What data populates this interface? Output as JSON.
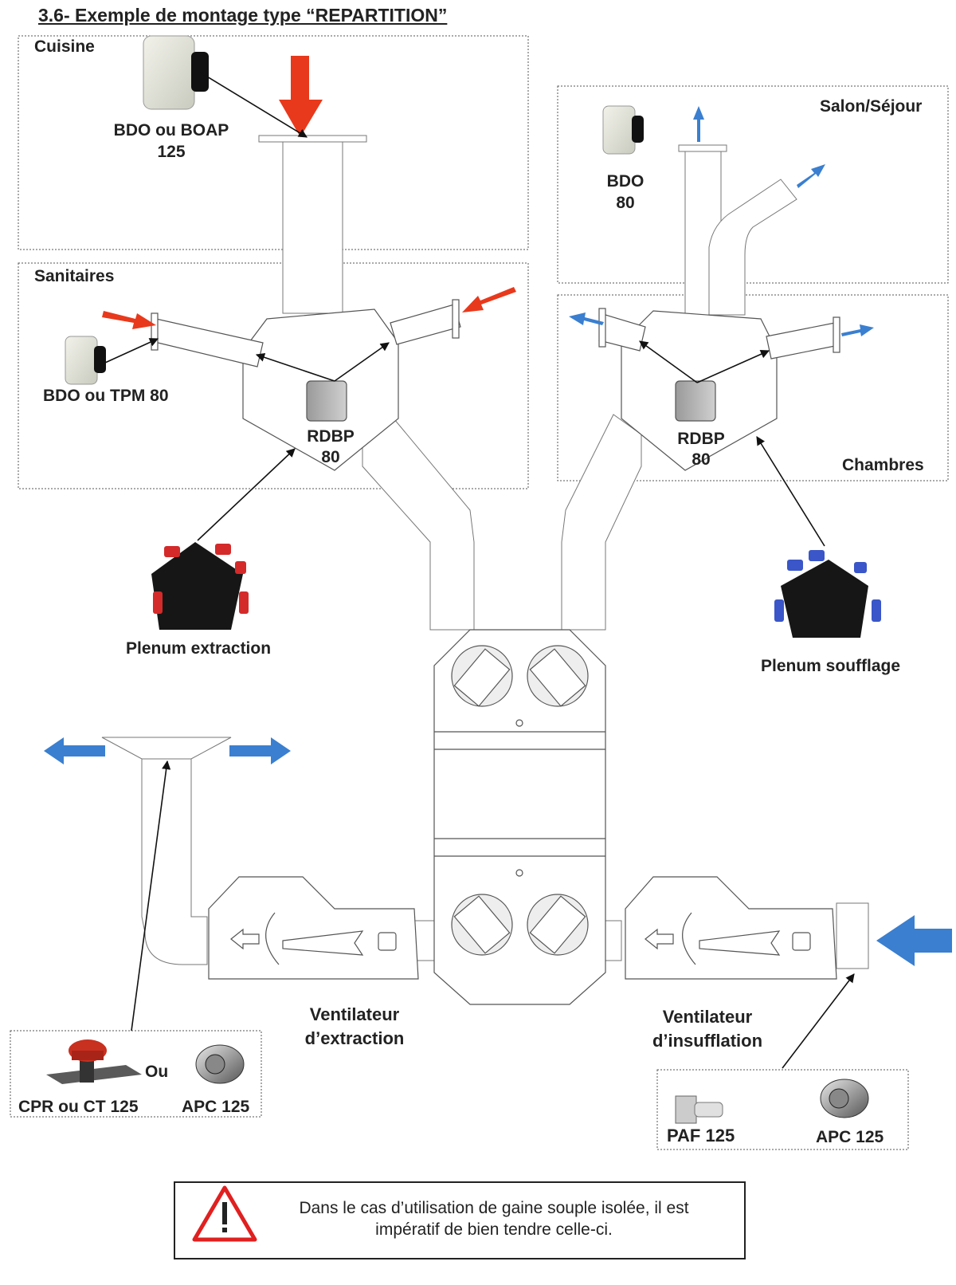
{
  "title": "3.6- Exemple de montage type “REPARTITION”",
  "zones": {
    "cuisine": "Cuisine",
    "sanitaires": "Sanitaires",
    "salon": "Salon/Séjour",
    "chambres": "Chambres"
  },
  "components": {
    "bdo_boap_1": "BDO ou BOAP",
    "bdo_boap_2": "125",
    "bdo_tpm": "BDO ou TPM  80",
    "bdo80_1": "BDO",
    "bdo80_2": "80",
    "rdbp_left_1": "RDBP",
    "rdbp_left_2": "80",
    "rdbp_right_1": "RDBP",
    "rdbp_right_2": "80",
    "plenum_extraction": "Plenum extraction",
    "plenum_soufflage": "Plenum soufflage",
    "vent_extraction_1": "Ventilateur",
    "vent_extraction_2": "d’extraction",
    "vent_insufflation_1": "Ventilateur",
    "vent_insufflation_2": "d’insufflation",
    "ou": "Ou",
    "cpr_ct": "CPR ou CT 125",
    "apc_left": "APC 125",
    "paf": "PAF 125",
    "apc_right": "APC 125"
  },
  "note": "Dans le cas d’utilisation de gaine souple isolée, il est impératif de bien tendre celle-ci.",
  "colors": {
    "extract_arrow": "#e8391c",
    "supply_arrow": "#3a7fd0",
    "plenum_body": "#161616",
    "plenum_extract_ports": "#d42a2a",
    "plenum_supply_ports": "#3a56c8",
    "warning": "#e02020"
  }
}
